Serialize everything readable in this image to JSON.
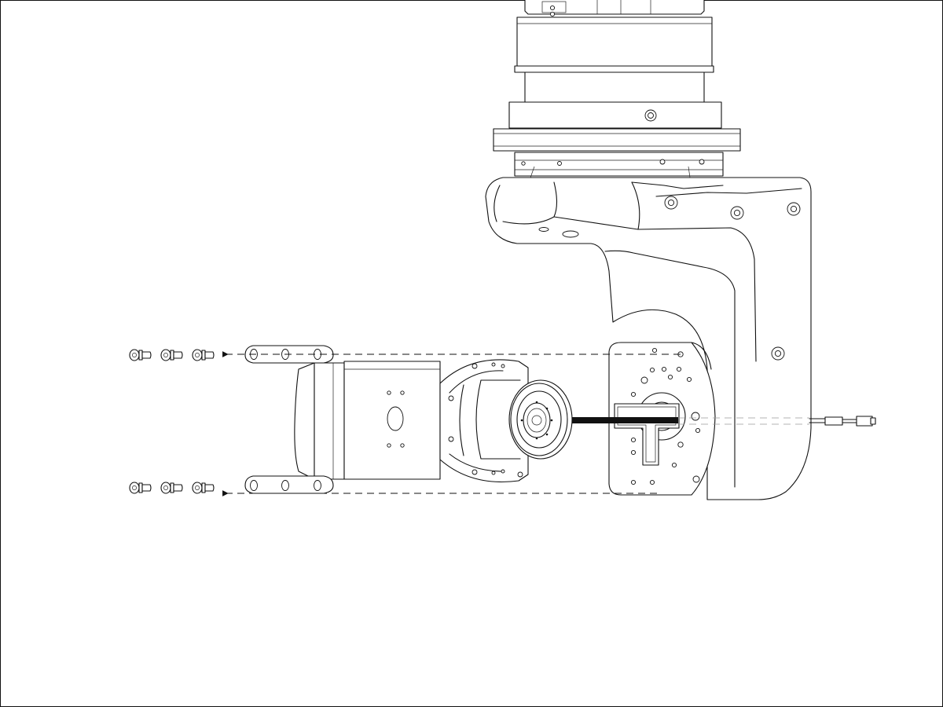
{
  "figure": {
    "kind": "exploded-assembly-line-drawing",
    "line_color": "#111111",
    "background_color": "#ffffff",
    "parts": {
      "upper_arm": {
        "icon": "robot-upper-arm-housing"
      },
      "joint_plate": {
        "icon": "joint-mounting-plate"
      },
      "forearm": {
        "icon": "forearm-link-module"
      },
      "motor_flange": {
        "icon": "motor-output-flange"
      },
      "drive_shaft": {
        "icon": "drive-shaft-bar"
      },
      "connector_cable": {
        "icon": "connector-cable-plug"
      },
      "screws_top": {
        "count": 3,
        "icon": "socket-head-screw"
      },
      "screws_bottom": {
        "count": 3,
        "icon": "socket-head-screw"
      },
      "guide_lines": {
        "icon": "dashed-arrow-guide",
        "count": 2
      }
    }
  }
}
